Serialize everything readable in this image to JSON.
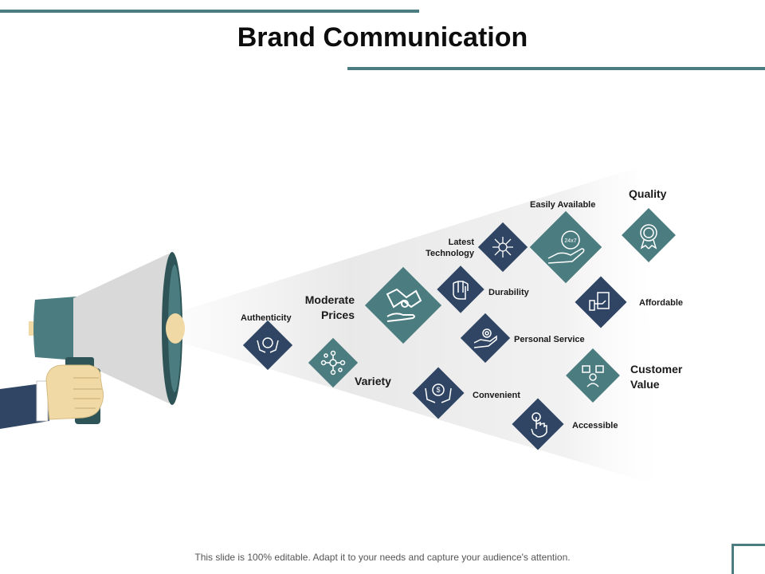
{
  "title": "Brand Communication",
  "footer": "This slide is 100% editable. Adapt it to your needs and capture your audience's attention.",
  "colors": {
    "accent": "#4a7c80",
    "navy": "#2f4563",
    "skin": "#f0d9a4"
  },
  "items": {
    "authenticity": {
      "label": "Authenticity",
      "icon": "hands-heart-icon"
    },
    "variety": {
      "label": "Variety",
      "icon": "network-nodes-icon"
    },
    "moderate_prices": {
      "label": "Moderate Prices",
      "icon": "handshake-icon"
    },
    "latest_technology": {
      "label": "Latest Technology",
      "icon": "chip-circuit-icon"
    },
    "durability": {
      "label": "Durability",
      "icon": "fist-icon"
    },
    "easily_available": {
      "label": "Easily Available",
      "icon": "24x7-hand-icon"
    },
    "personal_service": {
      "label": "Personal Service",
      "icon": "hand-gear-icon"
    },
    "convenient": {
      "label": "Convenient",
      "icon": "hands-dollar-icon"
    },
    "quality": {
      "label": "Quality",
      "icon": "award-badge-icon"
    },
    "affordable": {
      "label": "Affordable",
      "icon": "hand-cash-icon"
    },
    "customer_value": {
      "label": "Customer Value",
      "icon": "feedback-person-icon"
    },
    "accessible": {
      "label": "Accessible",
      "icon": "touch-hand-icon"
    }
  },
  "icon_24x7_text": "24x7"
}
